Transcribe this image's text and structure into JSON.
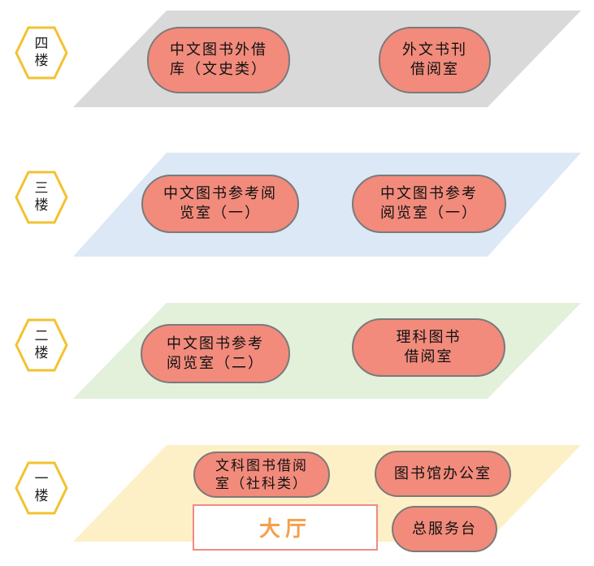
{
  "colors": {
    "floor4": "#d9d9d9",
    "floor3": "#dce8f5",
    "floor2": "#e3f0da",
    "floor1": "#fef0c6",
    "room_fill": "#f28b7c",
    "hex_stroke": "#f2c230",
    "hall_text": "#f5a04a"
  },
  "floors": [
    {
      "label": "四楼",
      "rooms": [
        "中文图书外借\n库（文史类）",
        "外文书刊\n借阅室"
      ]
    },
    {
      "label": "三楼",
      "rooms": [
        "中文图书参考阅\n览室（一）",
        "中文图书参考\n阅览室（一）"
      ]
    },
    {
      "label": "二楼",
      "rooms": [
        "中文图书参考\n阅览室（二）",
        "理科图书\n借阅室"
      ]
    },
    {
      "label": "一楼",
      "rooms": [
        "文科图书借阅\n室（社科类）",
        "图书馆办公室",
        "总服务台"
      ]
    }
  ],
  "hall": "大厅"
}
